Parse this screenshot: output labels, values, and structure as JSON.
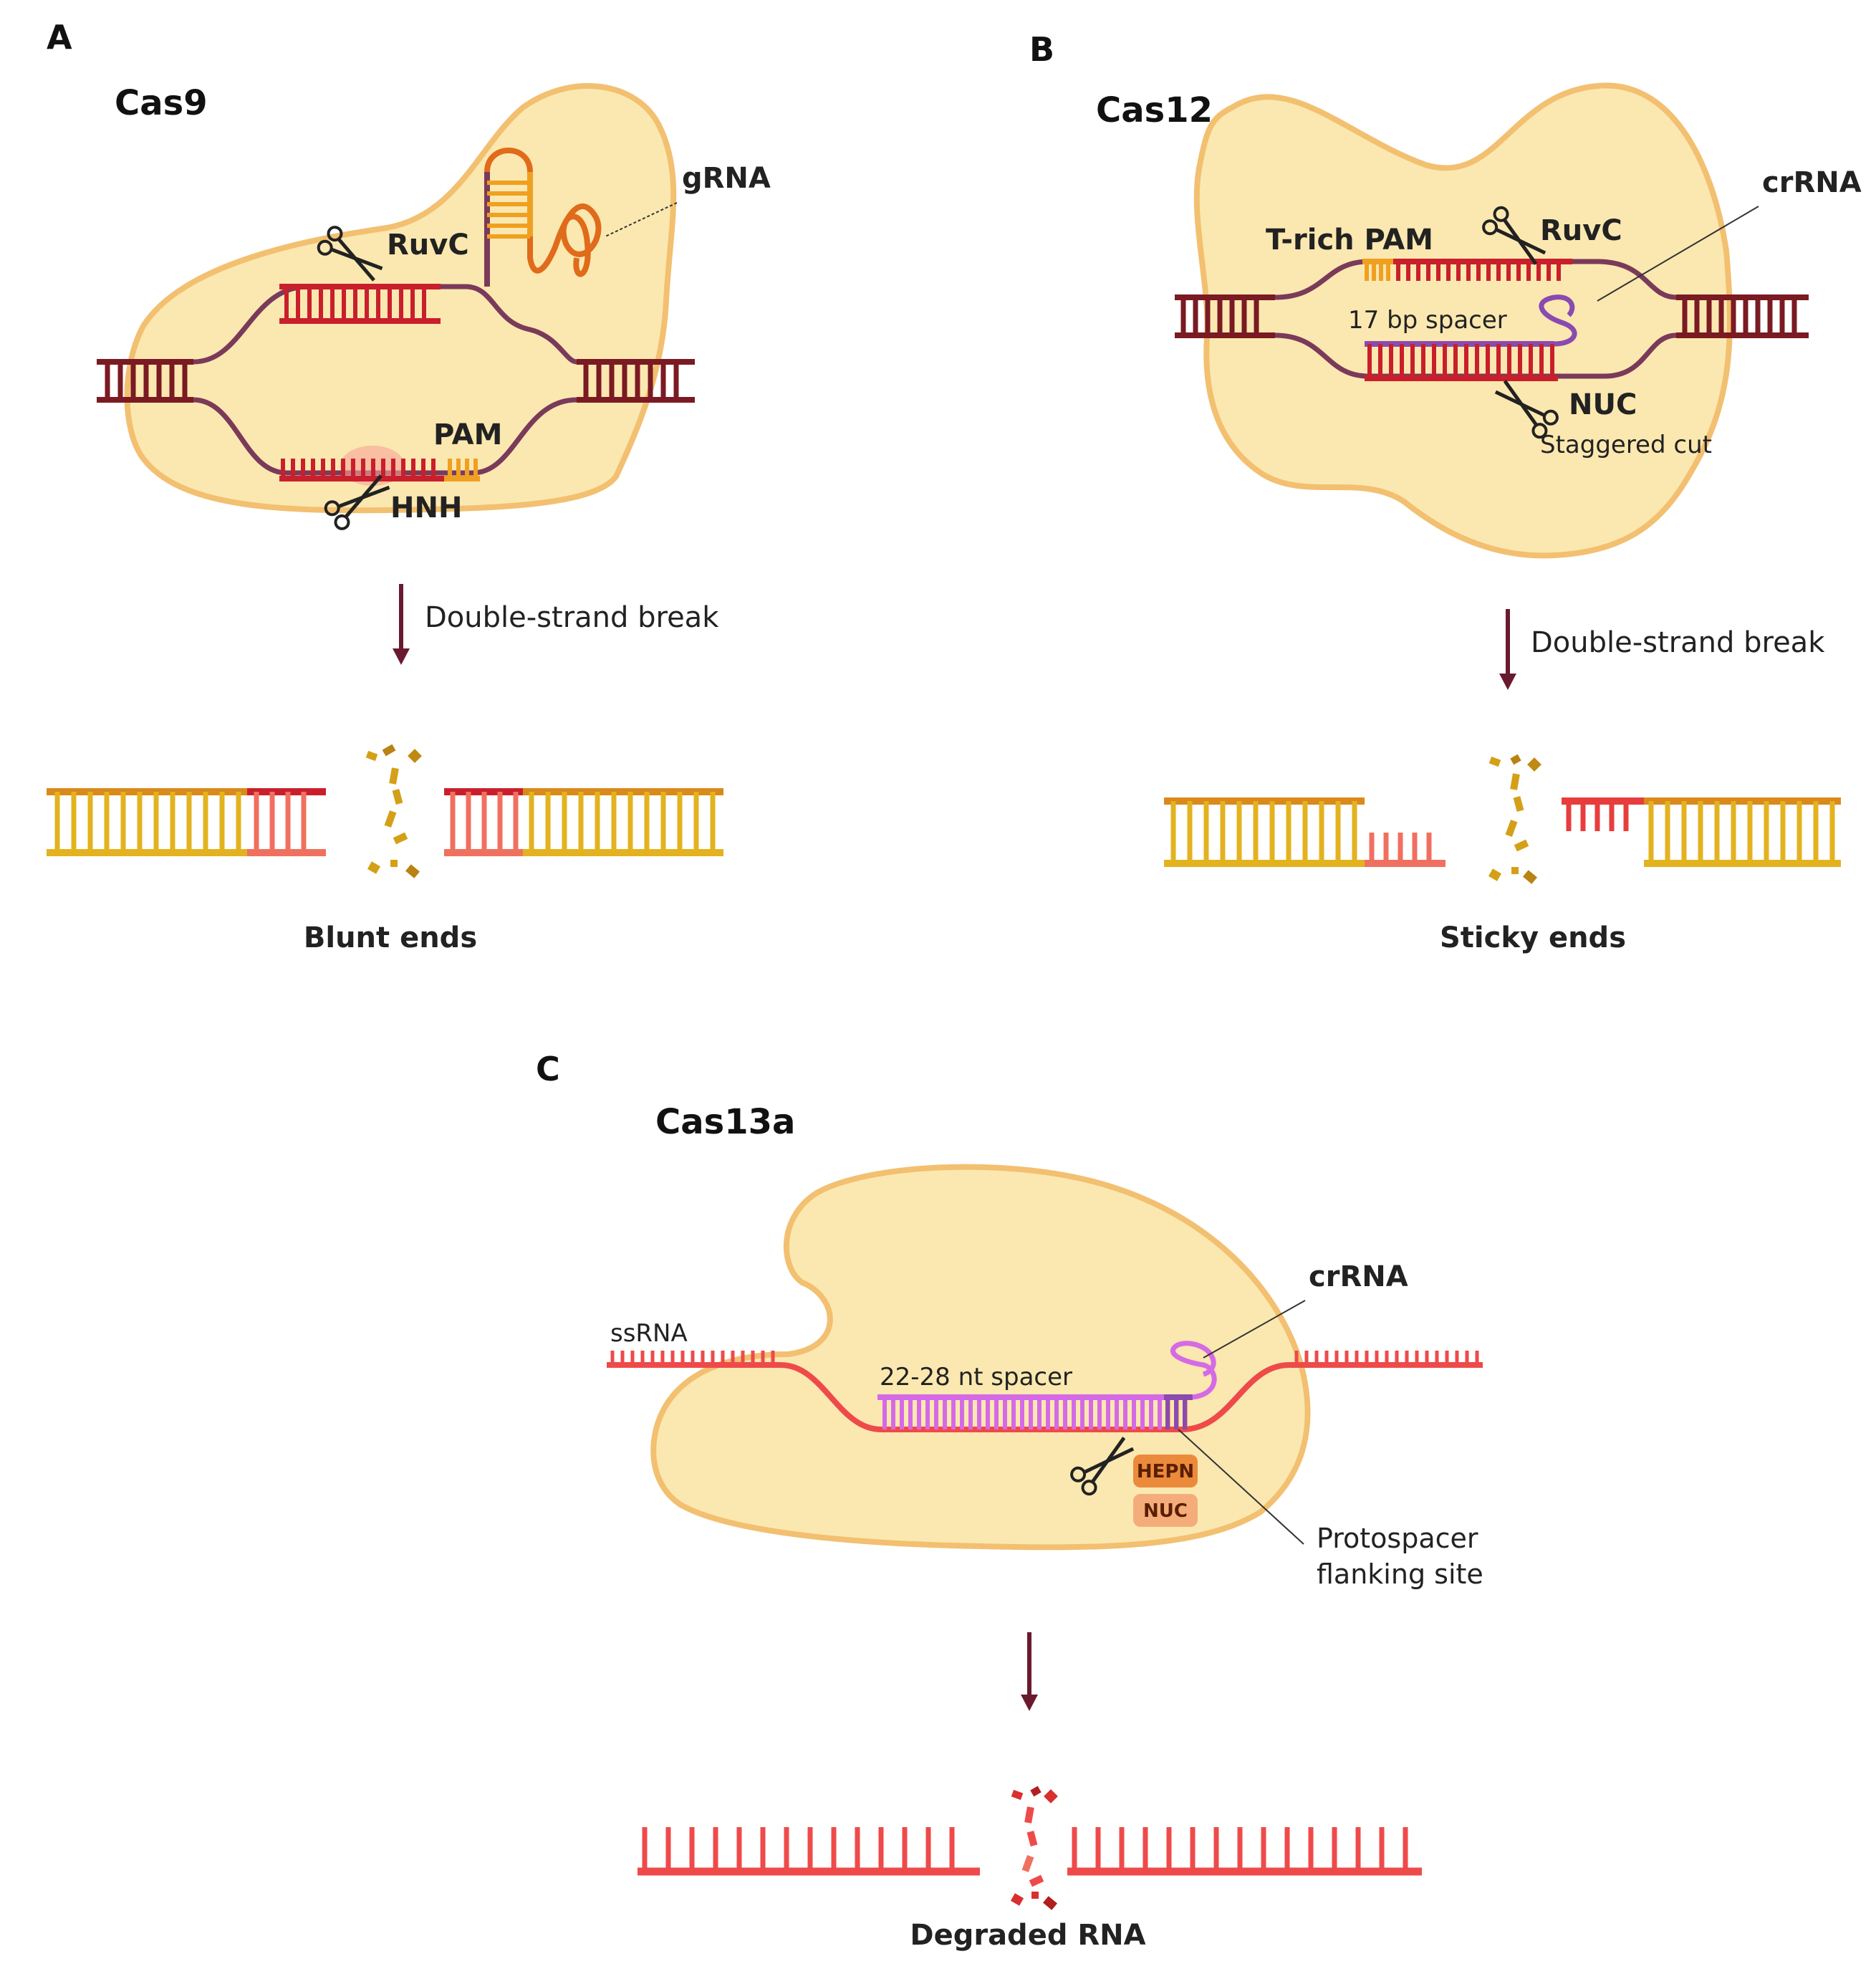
{
  "figure": {
    "colors": {
      "protein_fill": "#fbe8b0",
      "protein_stroke": "#f2c070",
      "dna_dark": "#7a1a22",
      "strand_purple": "#7a3a5a",
      "target_red": "#c91f2c",
      "pam_orange": "#f0a020",
      "grna_orange": "#e06b1a",
      "crrna_purple": "#8a4ab0",
      "crrna_pink": "#d56ae6",
      "rna_red": "#ef4a4a",
      "product_yellow": "#e3b21f",
      "product_orange": "#d98a1a",
      "product_salmon": "#f07060",
      "arrow": "#6a1a2e",
      "hepn": "#ec8a3c",
      "nuc": "#f4ad7a"
    },
    "panel_a": {
      "letter": "A",
      "protein": "Cas9",
      "grna": "gRNA",
      "ruvc": "RuvC",
      "pam": "PAM",
      "hnh": "HNH",
      "arrow_label": "Double-strand break",
      "result": "Blunt ends"
    },
    "panel_b": {
      "letter": "B",
      "protein": "Cas12",
      "crrna": "crRNA",
      "pam": "T-rich PAM",
      "ruvc": "RuvC",
      "spacer": "17 bp spacer",
      "nuc": "NUC",
      "cut": "Staggered cut",
      "arrow_label": "Double-strand break",
      "result": "Sticky ends"
    },
    "panel_c": {
      "letter": "C",
      "protein": "Cas13a",
      "crrna": "crRNA",
      "ssrna": "ssRNA",
      "spacer": "22-28 nt spacer",
      "hepn": "HEPN",
      "nuc": "NUC",
      "pfs_line1": "Protospacer",
      "pfs_line2": "flanking site",
      "result": "Degraded RNA"
    }
  }
}
